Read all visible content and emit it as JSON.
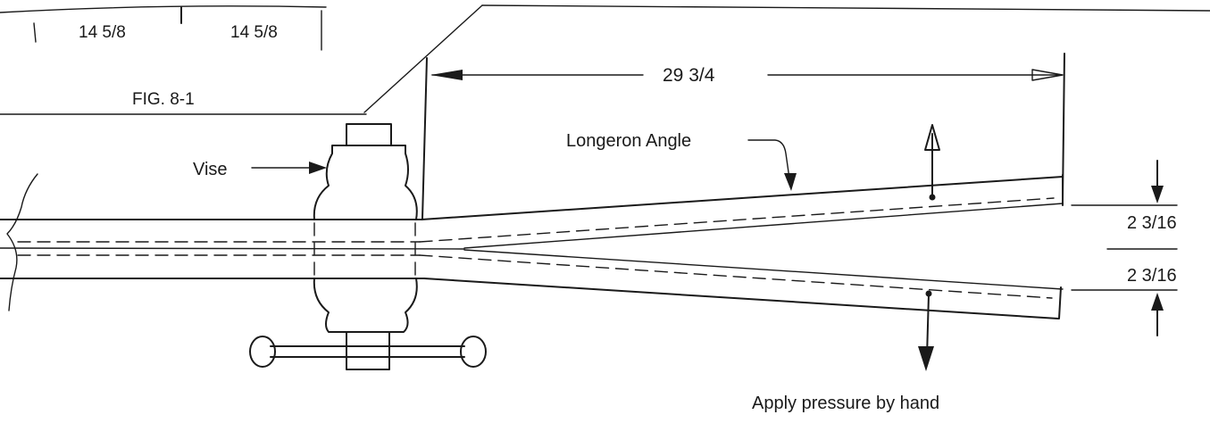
{
  "figure": {
    "caption": "FIG. 8-1",
    "labels": {
      "vise": "Vise",
      "longeron_angle": "Longeron Angle",
      "apply_pressure": "Apply pressure by hand"
    },
    "dimensions": {
      "top_left": "14 5/8",
      "top_right": "14 5/8",
      "length": "29 3/4",
      "upper_offset": "2 3/16",
      "lower_offset": "2  3/16"
    }
  }
}
